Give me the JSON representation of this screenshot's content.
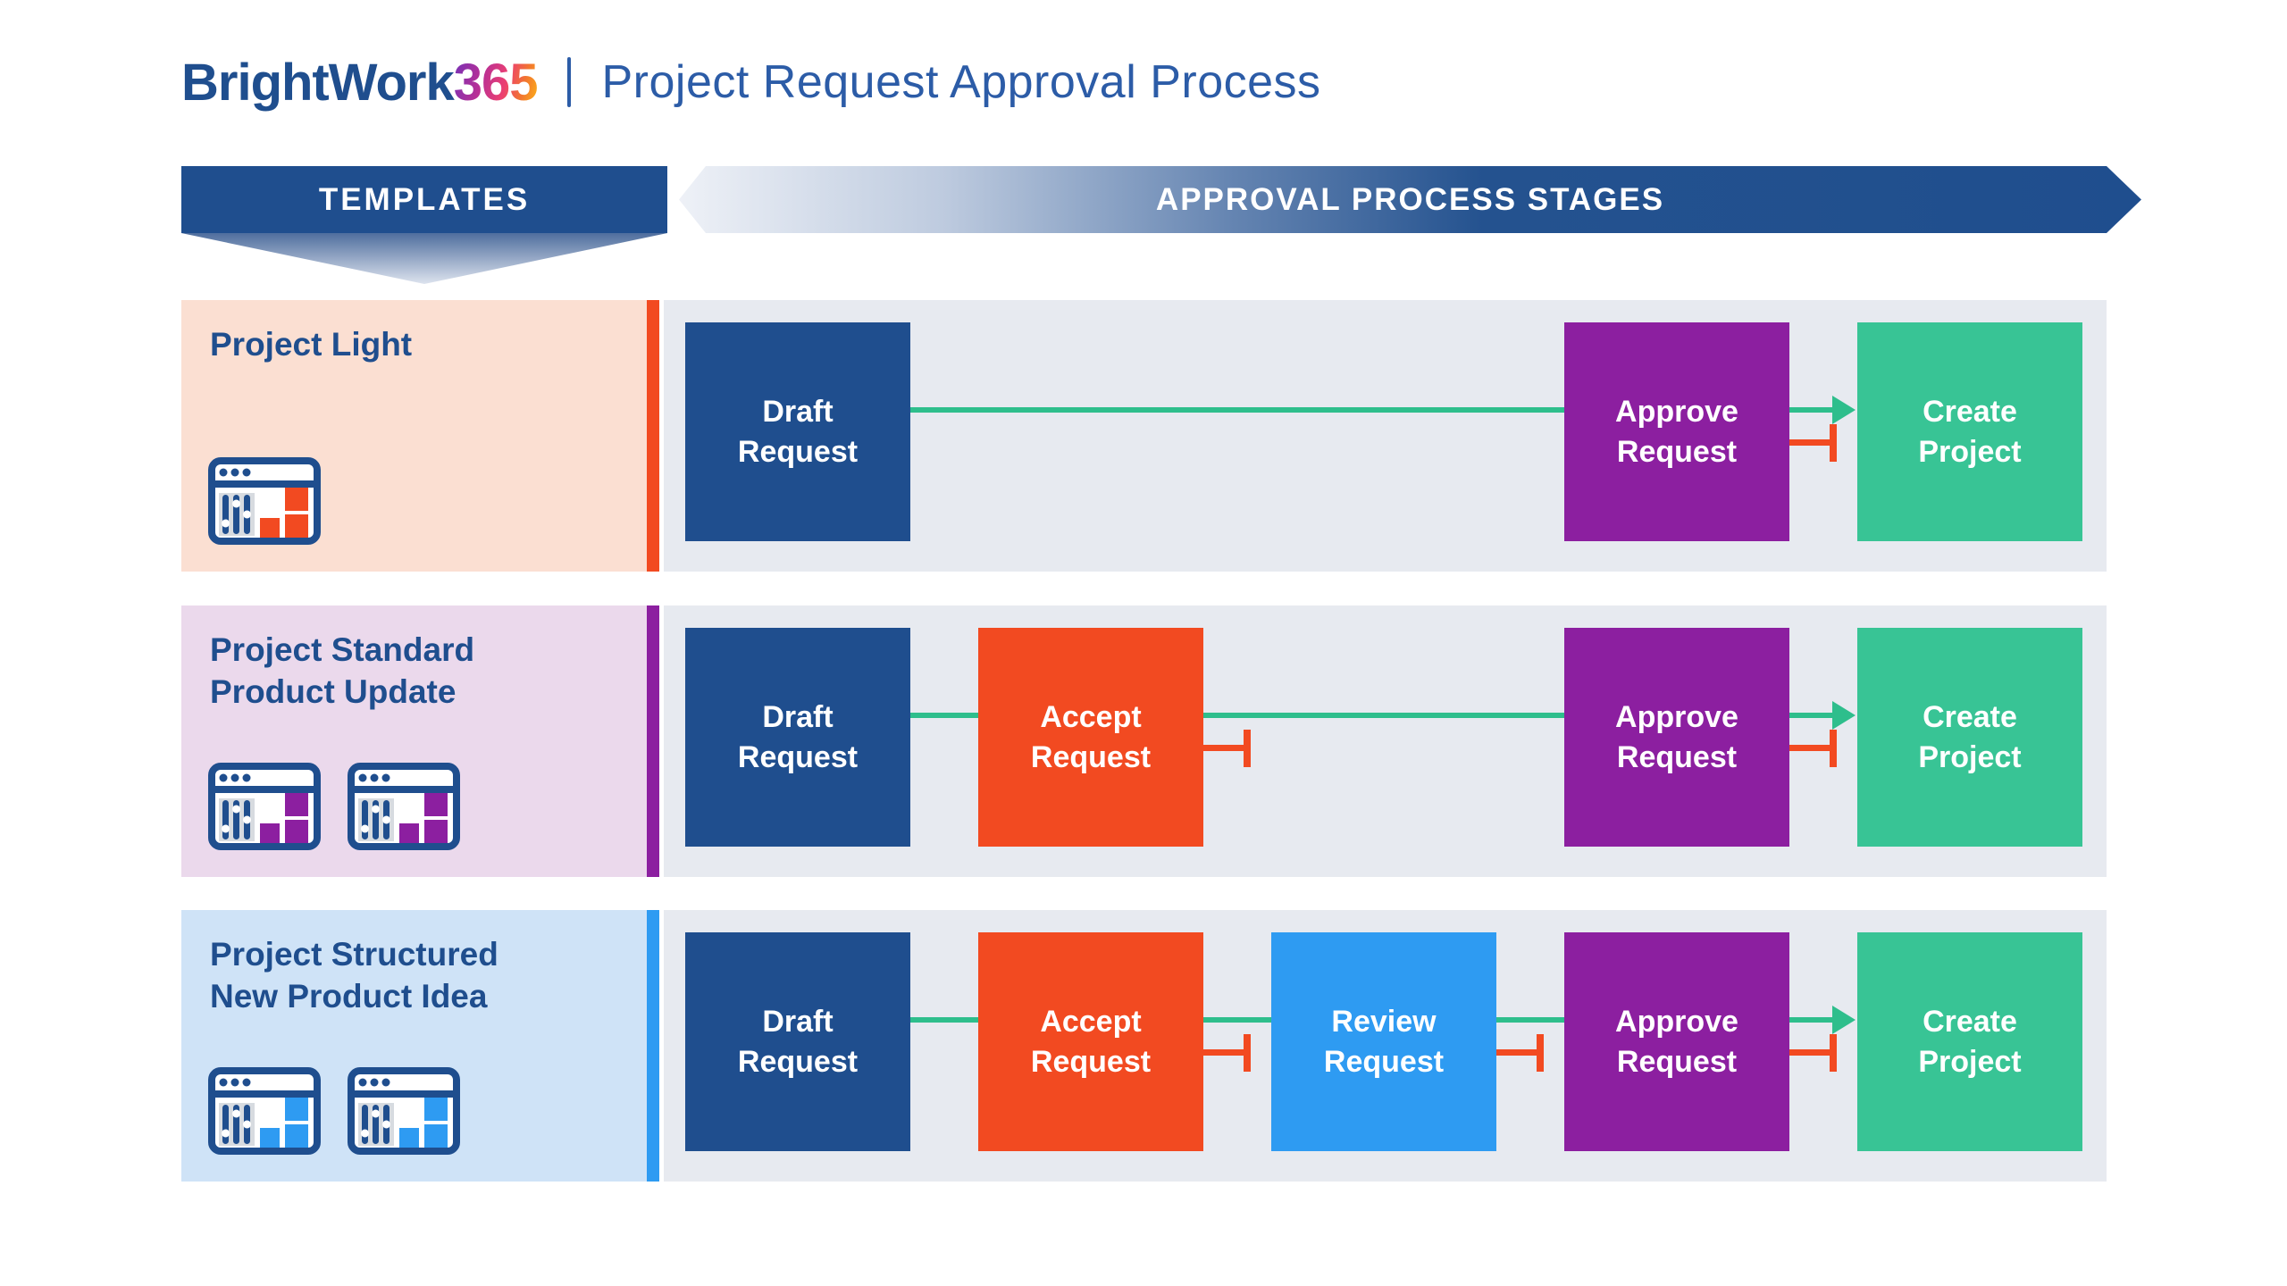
{
  "header": {
    "logo_brand": "BrightWork",
    "logo_suffix": "365",
    "divider": "|",
    "title": "Project Request Approval Process"
  },
  "banners": {
    "templates_label": "TEMPLATES",
    "stages_label": "APPROVAL PROCESS STAGES"
  },
  "rows": [
    {
      "label_lines": [
        "Project Light"
      ],
      "template_icon": "app-window-sliders-chart",
      "template_icon_count": 1,
      "accent_color": "#F24A21",
      "background_color": "#FBDFD2",
      "stages": {
        "draft": [
          "Draft",
          "Request"
        ],
        "approve": [
          "Approve",
          "Request"
        ],
        "create": [
          "Create",
          "Project"
        ]
      }
    },
    {
      "label_lines": [
        "Project Standard",
        "Product Update"
      ],
      "template_icon": "app-window-sliders-chart",
      "template_icon_count": 2,
      "accent_color": "#8C1FA0",
      "background_color": "#EBD9EC",
      "stages": {
        "draft": [
          "Draft",
          "Request"
        ],
        "accept": [
          "Accept",
          "Request"
        ],
        "approve": [
          "Approve",
          "Request"
        ],
        "create": [
          "Create",
          "Project"
        ]
      }
    },
    {
      "label_lines": [
        "Project Structured",
        "New Product Idea"
      ],
      "template_icon": "app-window-sliders-chart",
      "template_icon_count": 2,
      "accent_color": "#2E9BF2",
      "background_color": "#CFE3F7",
      "stages": {
        "draft": [
          "Draft",
          "Request"
        ],
        "accept": [
          "Accept",
          "Request"
        ],
        "review": [
          "Review",
          "Request"
        ],
        "approve": [
          "Approve",
          "Request"
        ],
        "create": [
          "Create",
          "Project"
        ]
      }
    }
  ],
  "colors": {
    "navy": "#1F4E8E",
    "orange": "#F24A21",
    "purple": "#8C1FA0",
    "review_blue": "#2E9BF2",
    "create_green": "#38C495",
    "flow_forward_green": "#2EBE8C",
    "flow_reject_orange": "#F24A21",
    "stage_lane_gray": "#E7EAF0",
    "title_blue": "#2C5CA7",
    "banner_navy": "#1F4E8E"
  }
}
